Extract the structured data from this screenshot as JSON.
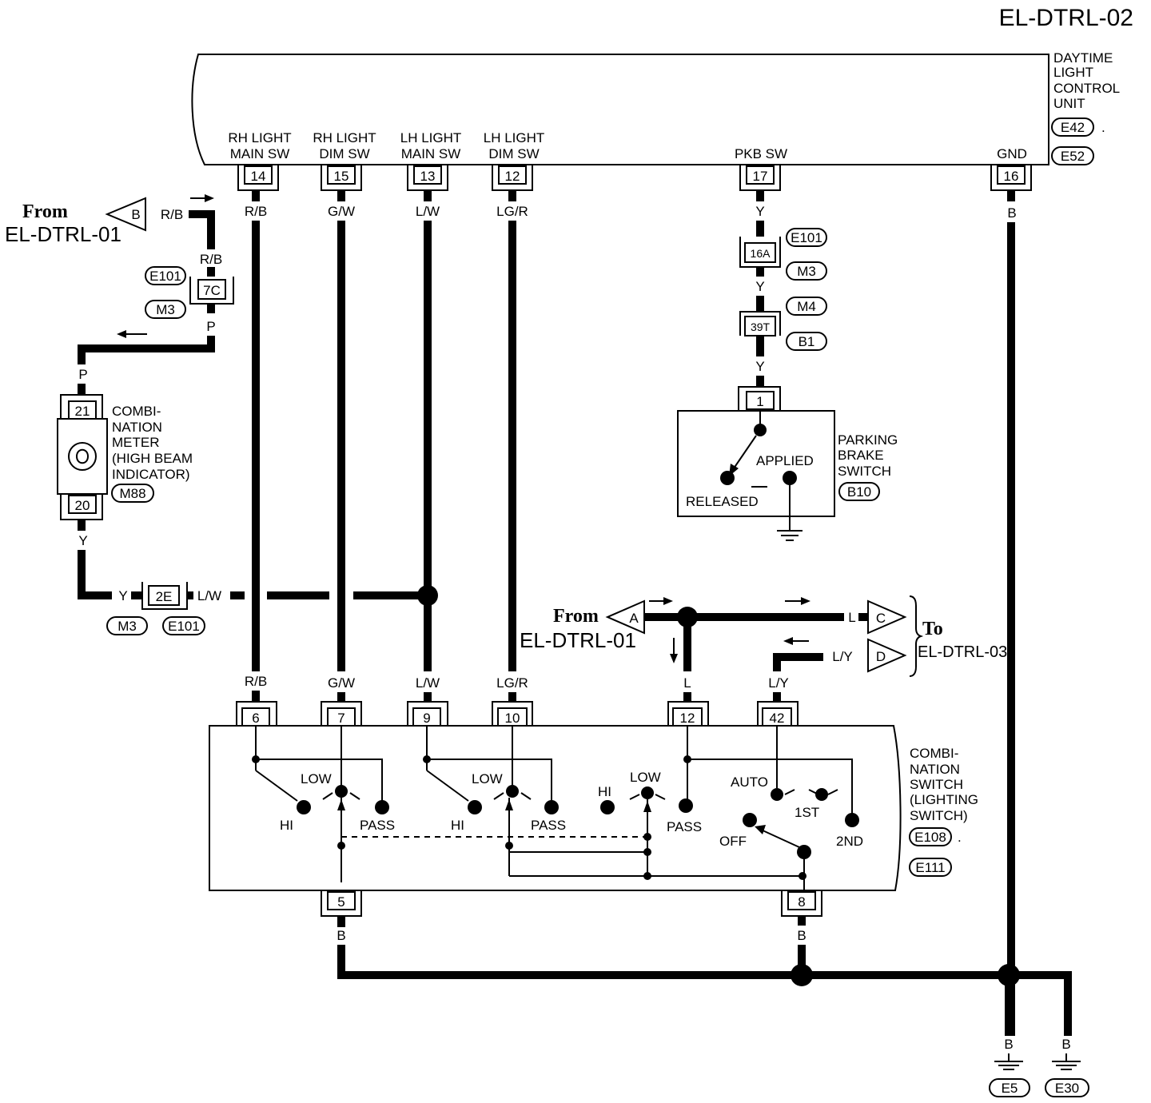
{
  "diagram_id": "EL-DTRL-02",
  "control_unit": {
    "name_lines": [
      "DAYTIME",
      "LIGHT",
      "CONTROL",
      "UNIT"
    ],
    "connectors": [
      "E42",
      "E52"
    ],
    "pins": [
      {
        "num": "14",
        "label_lines": [
          "RH LIGHT",
          "MAIN SW"
        ],
        "wire": "R/B"
      },
      {
        "num": "15",
        "label_lines": [
          "RH LIGHT",
          "DIM SW"
        ],
        "wire": "G/W"
      },
      {
        "num": "13",
        "label_lines": [
          "LH LIGHT",
          "MAIN SW"
        ],
        "wire": "L/W"
      },
      {
        "num": "12",
        "label_lines": [
          "LH LIGHT",
          "DIM SW"
        ],
        "wire": "LG/R"
      },
      {
        "num": "17",
        "label_lines": [
          "PKB SW"
        ],
        "wire": "Y"
      },
      {
        "num": "16",
        "label_lines": [
          "GND"
        ],
        "wire": "B"
      }
    ]
  },
  "from_ref_b": {
    "from": "From",
    "page": "EL-DTRL-01",
    "letter": "B",
    "wire": "R/B"
  },
  "joint_7c": {
    "pin": "7C",
    "connectors": [
      "E101",
      "M3"
    ],
    "wire_in": "R/B",
    "wire_out": "P"
  },
  "meter": {
    "name_lines": [
      "COMBI-",
      "NATION",
      "METER",
      "(HIGH BEAM",
      "INDICATOR)"
    ],
    "connector": "M88",
    "pin_top": "21",
    "pin_bottom": "20",
    "wire_top": "P",
    "wire_bottom": "Y"
  },
  "joint_2e": {
    "pin": "2E",
    "connectors": [
      "M3",
      "E101"
    ],
    "wire_left": "Y",
    "wire_right": "L/W"
  },
  "pkb_chain": {
    "joint_16a": {
      "pin": "16A",
      "connectors": [
        "E101",
        "M3"
      ]
    },
    "joint_39t": {
      "pin": "39T",
      "connectors": [
        "M4",
        "B1"
      ]
    },
    "wires": [
      "Y",
      "Y",
      "Y",
      "Y"
    ]
  },
  "parking_brake_switch": {
    "name_lines": [
      "PARKING",
      "BRAKE",
      "SWITCH"
    ],
    "connector": "B10",
    "pin": "1",
    "applied": "APPLIED",
    "released": "RELEASED"
  },
  "from_ref_a": {
    "from": "From",
    "page": "EL-DTRL-01",
    "letter": "A"
  },
  "to_refs": {
    "to": "To",
    "page": "EL-DTRL-03",
    "c": {
      "letter": "C",
      "wire": "L"
    },
    "d": {
      "letter": "D",
      "wire": "L/Y"
    }
  },
  "combination_switch": {
    "name_lines": [
      "COMBI-",
      "NATION",
      "SWITCH",
      "(LIGHTING",
      "SWITCH)"
    ],
    "connectors": [
      "E108",
      "E111"
    ],
    "top_pins": [
      {
        "num": "6",
        "wire": "R/B"
      },
      {
        "num": "7",
        "wire": "G/W"
      },
      {
        "num": "9",
        "wire": "L/W"
      },
      {
        "num": "10",
        "wire": "LG/R"
      },
      {
        "num": "12",
        "wire": "L"
      },
      {
        "num": "42",
        "wire": "L/Y"
      }
    ],
    "bottom_pins": [
      {
        "num": "5",
        "wire": "B"
      },
      {
        "num": "8",
        "wire": "B"
      }
    ],
    "positions": {
      "hi": "HI",
      "low": "LOW",
      "pass": "PASS",
      "auto": "AUTO",
      "off": "OFF",
      "first": "1ST",
      "second": "2ND"
    }
  },
  "grounds": [
    {
      "wire": "B",
      "name": "E5"
    },
    {
      "wire": "B",
      "name": "E30"
    }
  ]
}
